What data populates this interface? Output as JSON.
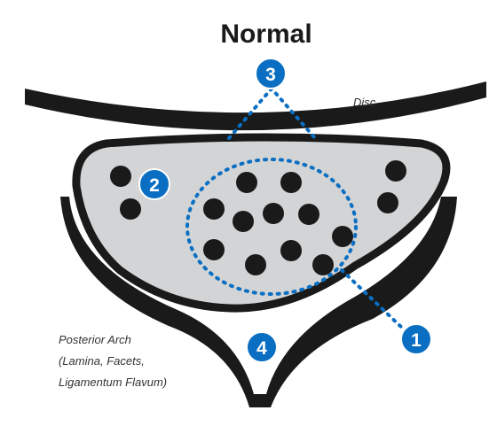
{
  "diagram": {
    "title": "Normal",
    "disc_label": "Disc",
    "posterior_arch_lines": [
      "Posterior Arch",
      "(Lamina, Facets,",
      "Ligamentum Flavum)"
    ],
    "markers": [
      "1",
      "2",
      "3",
      "4"
    ]
  },
  "colors": {
    "structure": "#1a1a1a",
    "canal_fill": "#d2d4d6",
    "marker_fill": "#0a6fc2",
    "dotted_line": "#0a6fc2",
    "dots": "#1a1a1a"
  }
}
